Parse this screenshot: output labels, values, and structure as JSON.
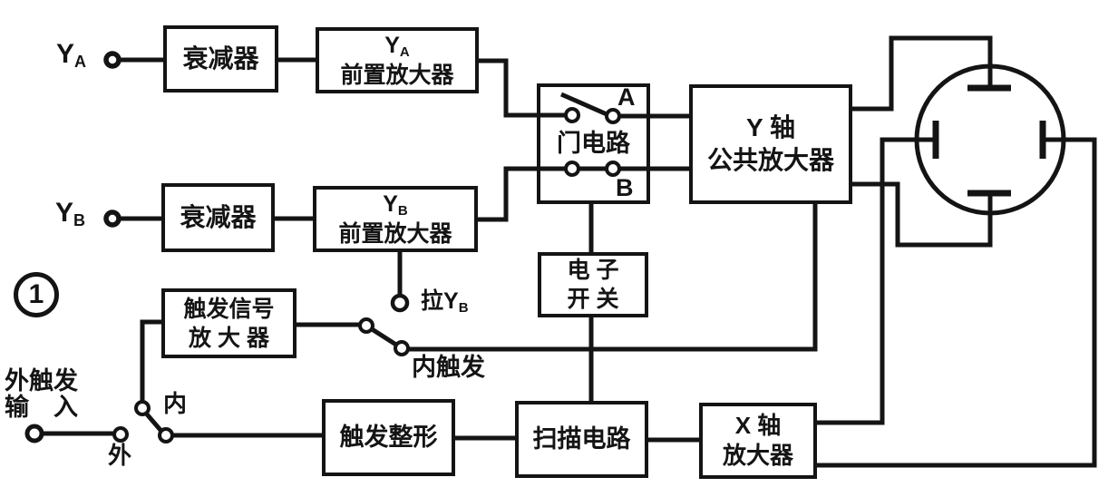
{
  "figure": {
    "figure_number": "1"
  },
  "colors": {
    "ink": "#141414",
    "background": "#ffffff"
  },
  "inputs": {
    "channel_a": {
      "main": "Y",
      "sub": "A"
    },
    "channel_b": {
      "main": "Y",
      "sub": "B"
    },
    "external_trigger_line1": "外触发",
    "external_trigger_line2": "输　入"
  },
  "blocks": {
    "attenuator_a": {
      "label": "衰减器"
    },
    "preamp_a": {
      "line1_main": "Y",
      "line1_sub": "A",
      "line2": "前置放大器"
    },
    "attenuator_b": {
      "label": "衰减器"
    },
    "preamp_b": {
      "line1_main": "Y",
      "line1_sub": "B",
      "line2": "前置放大器"
    },
    "gate": {
      "label": "门电路"
    },
    "y_amplifier": {
      "line1": "Y 轴",
      "line2": "公共放大器"
    },
    "electronic_switch": {
      "line1": "电 子",
      "line2": "开 关"
    },
    "trigger_amplifier": {
      "line1": "触发信号",
      "line2": "放 大 器"
    },
    "trigger_shaper": {
      "label": "触发整形"
    },
    "sweep": {
      "label": "扫描电路"
    },
    "x_amplifier": {
      "line1": "X 轴",
      "line2": "放大器"
    }
  },
  "switch_labels": {
    "gate_contact_a": "A",
    "gate_contact_b": "B",
    "internal": "内",
    "external": "外",
    "internal_trigger": "内触发",
    "pull_yb": {
      "text": "拉Y",
      "sub": "B"
    }
  }
}
